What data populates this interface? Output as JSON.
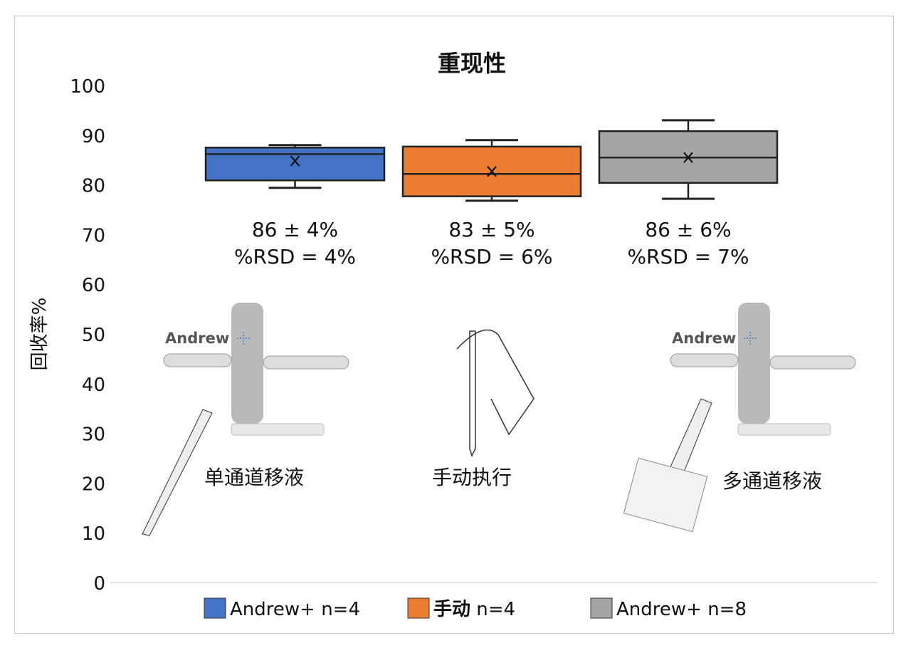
{
  "chart_data": {
    "type": "box",
    "title": "重现性",
    "ylabel": "回收率%",
    "xlabel": "",
    "ylim": [
      0,
      100
    ],
    "yticks": [
      0,
      10,
      20,
      30,
      40,
      50,
      60,
      70,
      80,
      90,
      100
    ],
    "grid": false,
    "legend_position": "bottom",
    "series": [
      {
        "name": "Andrew+ n=4",
        "legend_bold": "",
        "legend_rest": "Andrew+ n=4",
        "color": "#4472c4",
        "whisker_low": 79.4,
        "q1": 80.9,
        "median": 86.2,
        "q3": 87.5,
        "whisker_high": 88,
        "mean": 84.8,
        "stat_line1": "86 ± 4%",
        "stat_line2": "%RSD = 4%",
        "illustration_label": "单通道移液"
      },
      {
        "name": "手动 n=4",
        "legend_bold": "手动",
        "legend_rest": " n=4",
        "color": "#ed7d31",
        "whisker_low": 76.8,
        "q1": 77.7,
        "median": 82.2,
        "q3": 87.7,
        "whisker_high": 89,
        "mean": 82.7,
        "stat_line1": "83 ± 5%",
        "stat_line2": "%RSD = 6%",
        "illustration_label": "手动执行"
      },
      {
        "name": "Andrew+ n=8",
        "legend_bold": "",
        "legend_rest": "Andrew+ n=8",
        "color": "#a5a5a5",
        "whisker_low": 77.2,
        "q1": 80.4,
        "median": 85.5,
        "q3": 90.8,
        "whisker_high": 93,
        "mean": 85.5,
        "stat_line1": "86 ± 6%",
        "stat_line2": "%RSD = 7%",
        "illustration_label": "多通道移液"
      }
    ]
  },
  "logo_text": "Andrew"
}
